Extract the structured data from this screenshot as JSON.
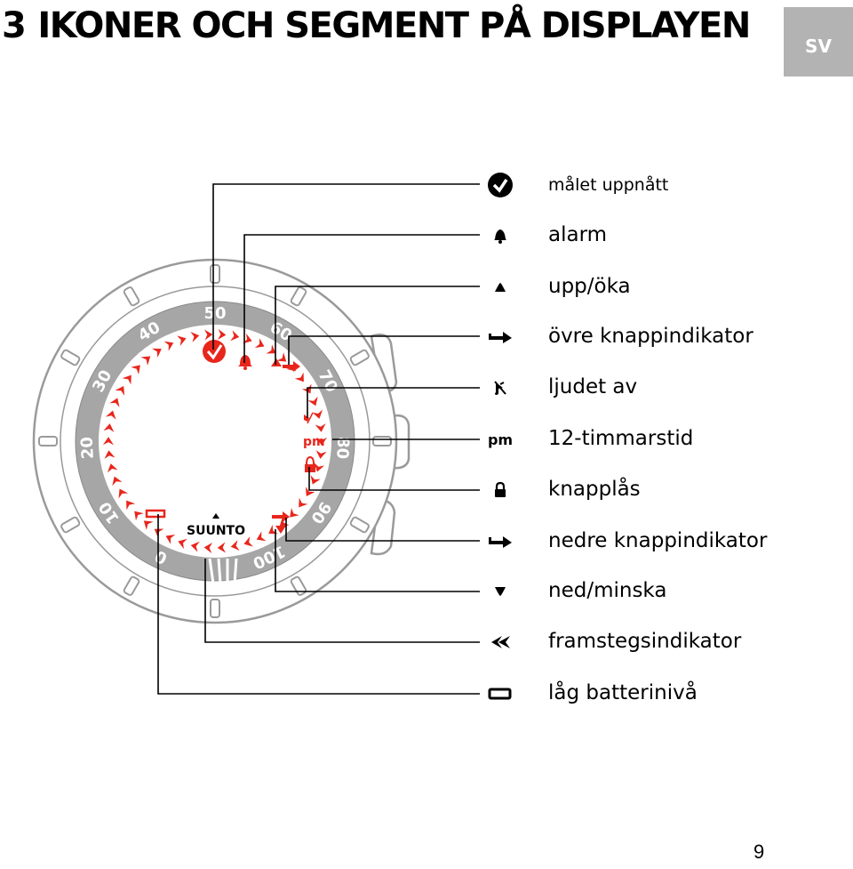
{
  "heading": {
    "number": "3",
    "title": "IKONER OCH SEGMENT PÅ DISPLAYEN"
  },
  "language_tab": "SV",
  "watch": {
    "brand": "SUUNTO",
    "pm_label": "pm",
    "scale_numbers": [
      "0",
      "10",
      "20",
      "30",
      "40",
      "50",
      "60",
      "70",
      "80",
      "90",
      "100"
    ],
    "colors": {
      "segment": "#e8261c",
      "bezel": "#a6a6a6",
      "outline": "#9a9a9a"
    }
  },
  "legend": [
    {
      "icon": "goal-reached-check-icon",
      "label": "målet uppnått"
    },
    {
      "icon": "alarm-bell-icon",
      "label": "alarm"
    },
    {
      "icon": "up-triangle-icon",
      "label": "upp/öka"
    },
    {
      "icon": "upper-button-indicator-icon",
      "label": "övre knappindikator"
    },
    {
      "icon": "sound-off-icon",
      "label": "ljudet av"
    },
    {
      "icon": "pm-icon",
      "label": "12-timmarstid"
    },
    {
      "icon": "padlock-icon",
      "label": "knapplås"
    },
    {
      "icon": "lower-button-indicator-icon",
      "label": "nedre knappindikator"
    },
    {
      "icon": "down-triangle-icon",
      "label": "ned/minska"
    },
    {
      "icon": "progress-chevron-icon",
      "label": "framstegsindikator"
    },
    {
      "icon": "low-battery-icon",
      "label": "låg batterinivå"
    }
  ],
  "page_number": "9"
}
